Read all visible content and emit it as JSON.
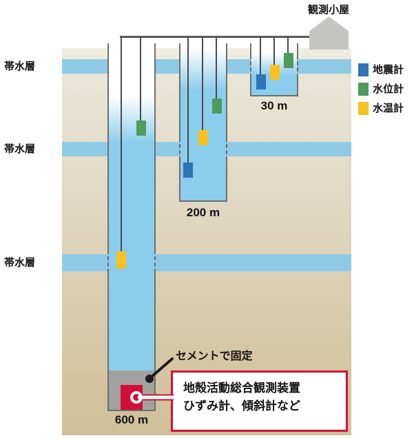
{
  "hut": {
    "label": "観測小屋"
  },
  "aquifers": [
    {
      "label": "帯水層"
    },
    {
      "label": "帯水層"
    },
    {
      "label": "帯水層"
    }
  ],
  "legend": [
    {
      "label": "地震計",
      "color": "#2e74b8"
    },
    {
      "label": "水位計",
      "color": "#4f9a5e"
    },
    {
      "label": "水温計",
      "color": "#f9c120"
    }
  ],
  "wells": [
    {
      "depth_label": "30 m",
      "sensors_top_to_bottom": [
        "水位計",
        "水温計",
        "地震計"
      ]
    },
    {
      "depth_label": "200 m",
      "sensors_top_to_bottom": [
        "水位計",
        "水温計",
        "地震計"
      ]
    },
    {
      "depth_label": "600 m",
      "sensors_top_to_bottom": [
        "水位計",
        "水温計"
      ]
    }
  ],
  "callouts": {
    "cement": "セメントで固定",
    "device_title": "地殻活動総合観測装置",
    "device_subtitle": "ひずみ計、傾斜計など"
  },
  "colors": {
    "seismometer_blue": "#2e74b8",
    "water_level_green": "#4f9a5e",
    "water_temp_yellow": "#f9c120",
    "device_red": "#d10f34",
    "aquifer_blue": "#8fcbe6",
    "well_water_blue": "#8bcdec",
    "cement_gray": "#a2a19f",
    "hut_gray": "#c5c5c4",
    "ground_tan": "#d8c9a6"
  }
}
